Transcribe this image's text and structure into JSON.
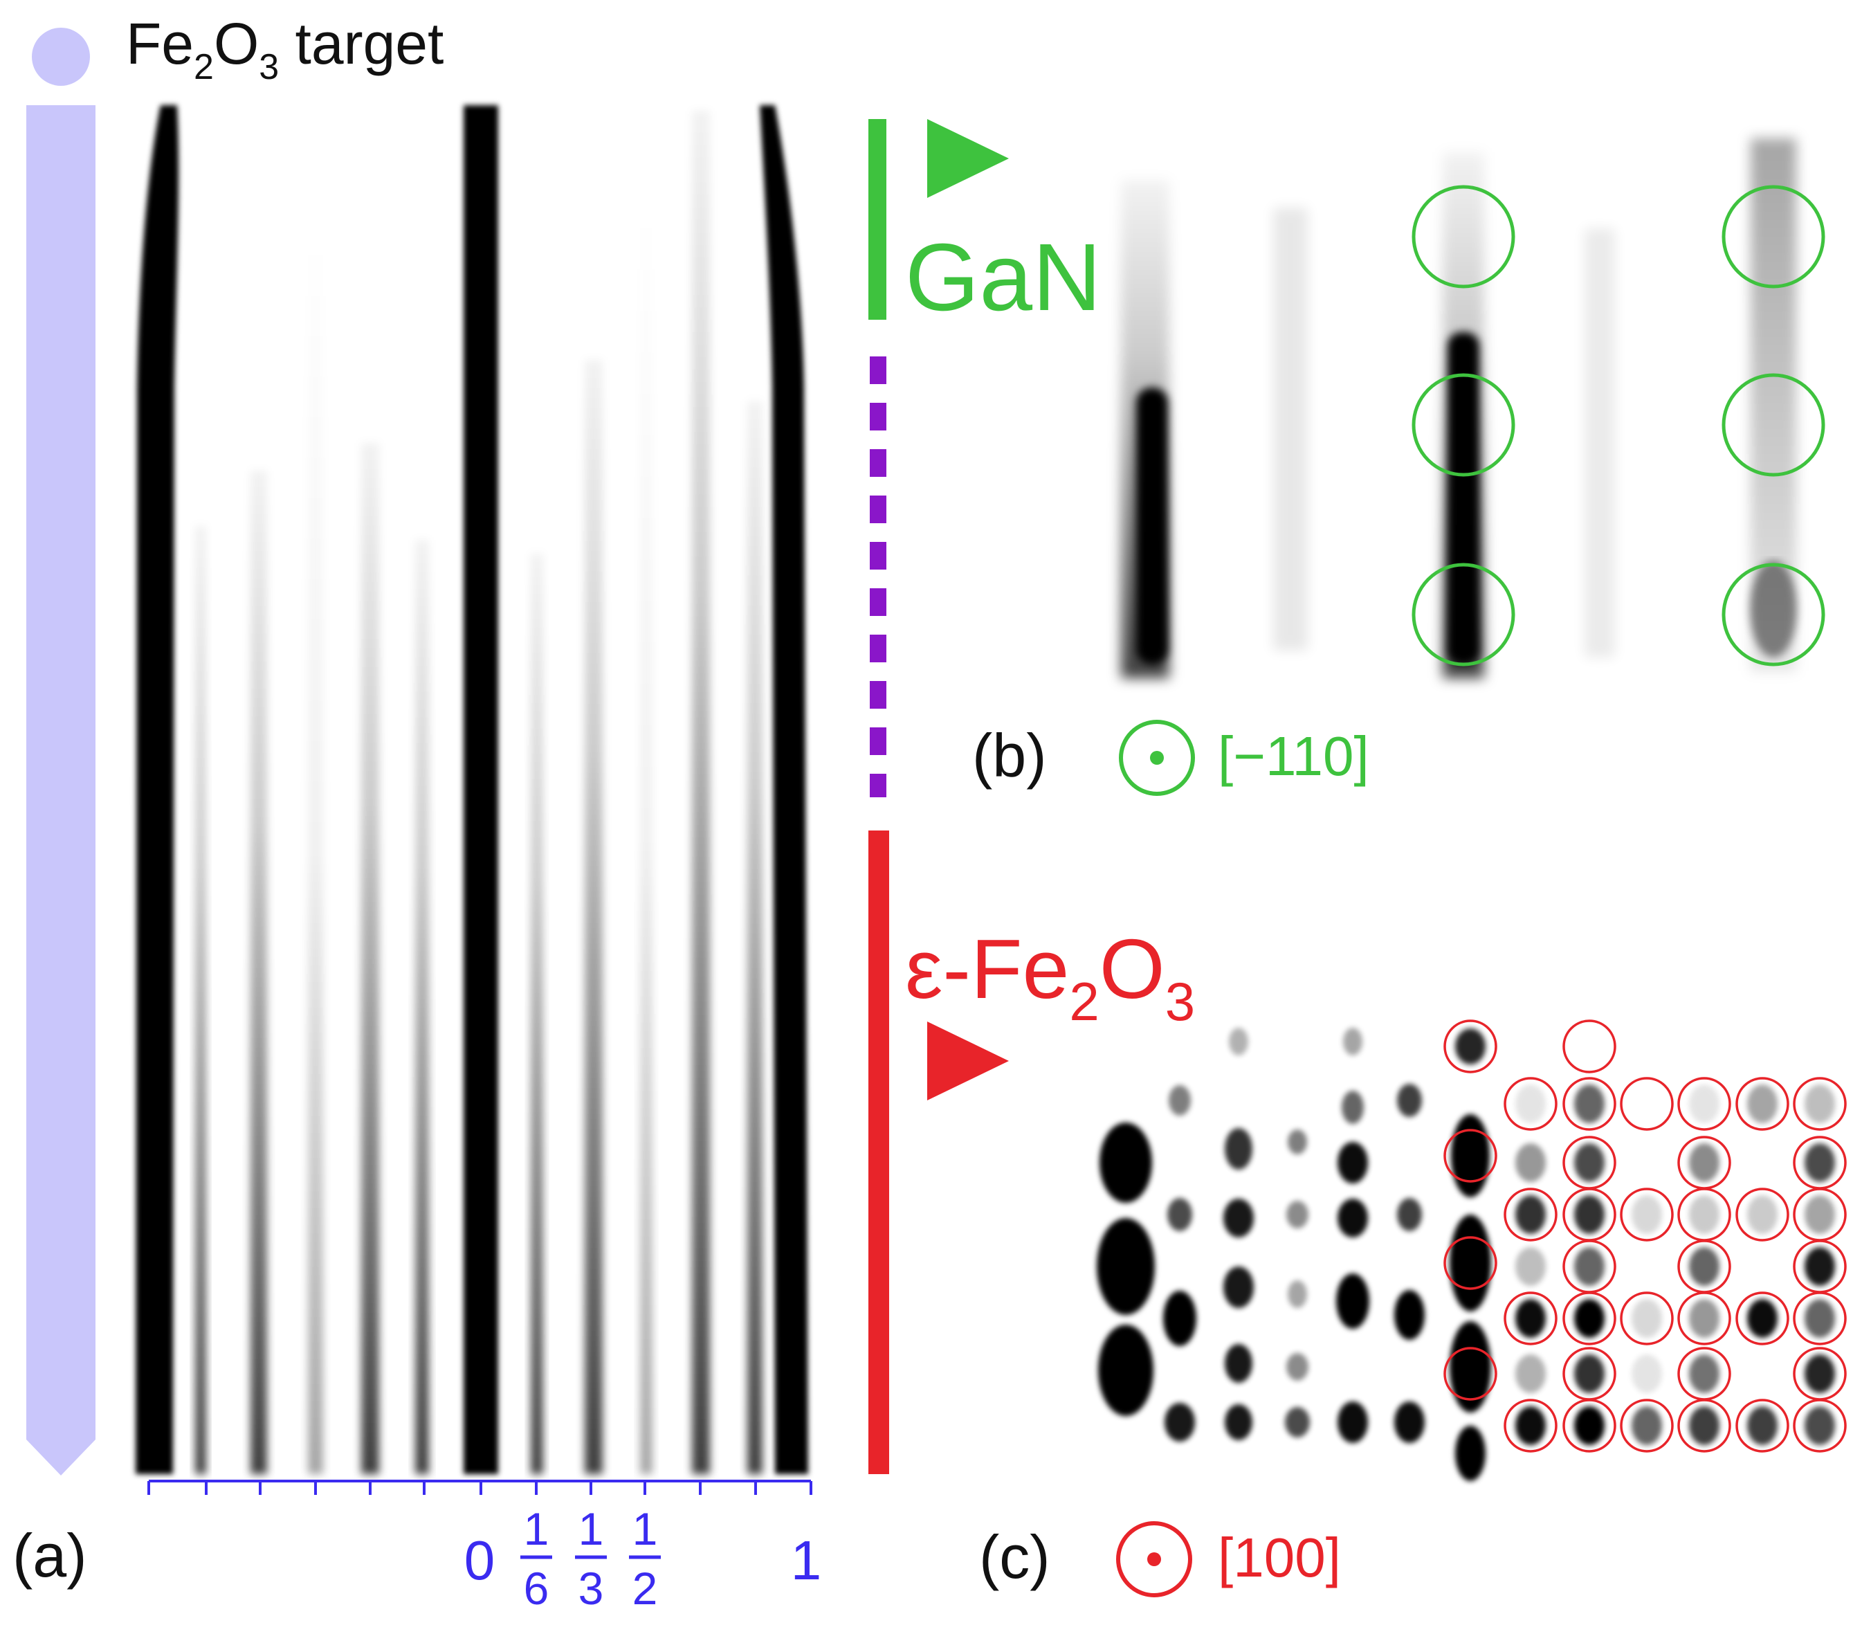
{
  "target_label": {
    "prefix": "Fe",
    "sub1": "2",
    "mid": "O",
    "sub2": "3",
    "suffix": " target"
  },
  "panel_a": {
    "label": "(a)",
    "ticks": {
      "zero": "0",
      "sixth_num": "1",
      "sixth_den": "6",
      "third_num": "1",
      "third_den": "3",
      "half_num": "1",
      "half_den": "2",
      "one": "1"
    }
  },
  "gan_label": "GaN",
  "fe_label": {
    "prefix": "ε-Fe",
    "sub1": "2",
    "mid": "O",
    "sub2": "3"
  },
  "panel_b": {
    "label": "(b)",
    "direction": "[−110]"
  },
  "panel_c": {
    "label": "(c)",
    "direction": "[100]"
  },
  "colors": {
    "target": "#c9c6fb",
    "gan": "#3ec23e",
    "epsilon_fe2o3": "#e8242a",
    "axis": "#3a2bf0",
    "transition": "#8a16c9",
    "streak": "#000000"
  },
  "icons": [
    "dot-in-circle-icon",
    "right-triangle-icon",
    "gradient-arrow-icon"
  ]
}
